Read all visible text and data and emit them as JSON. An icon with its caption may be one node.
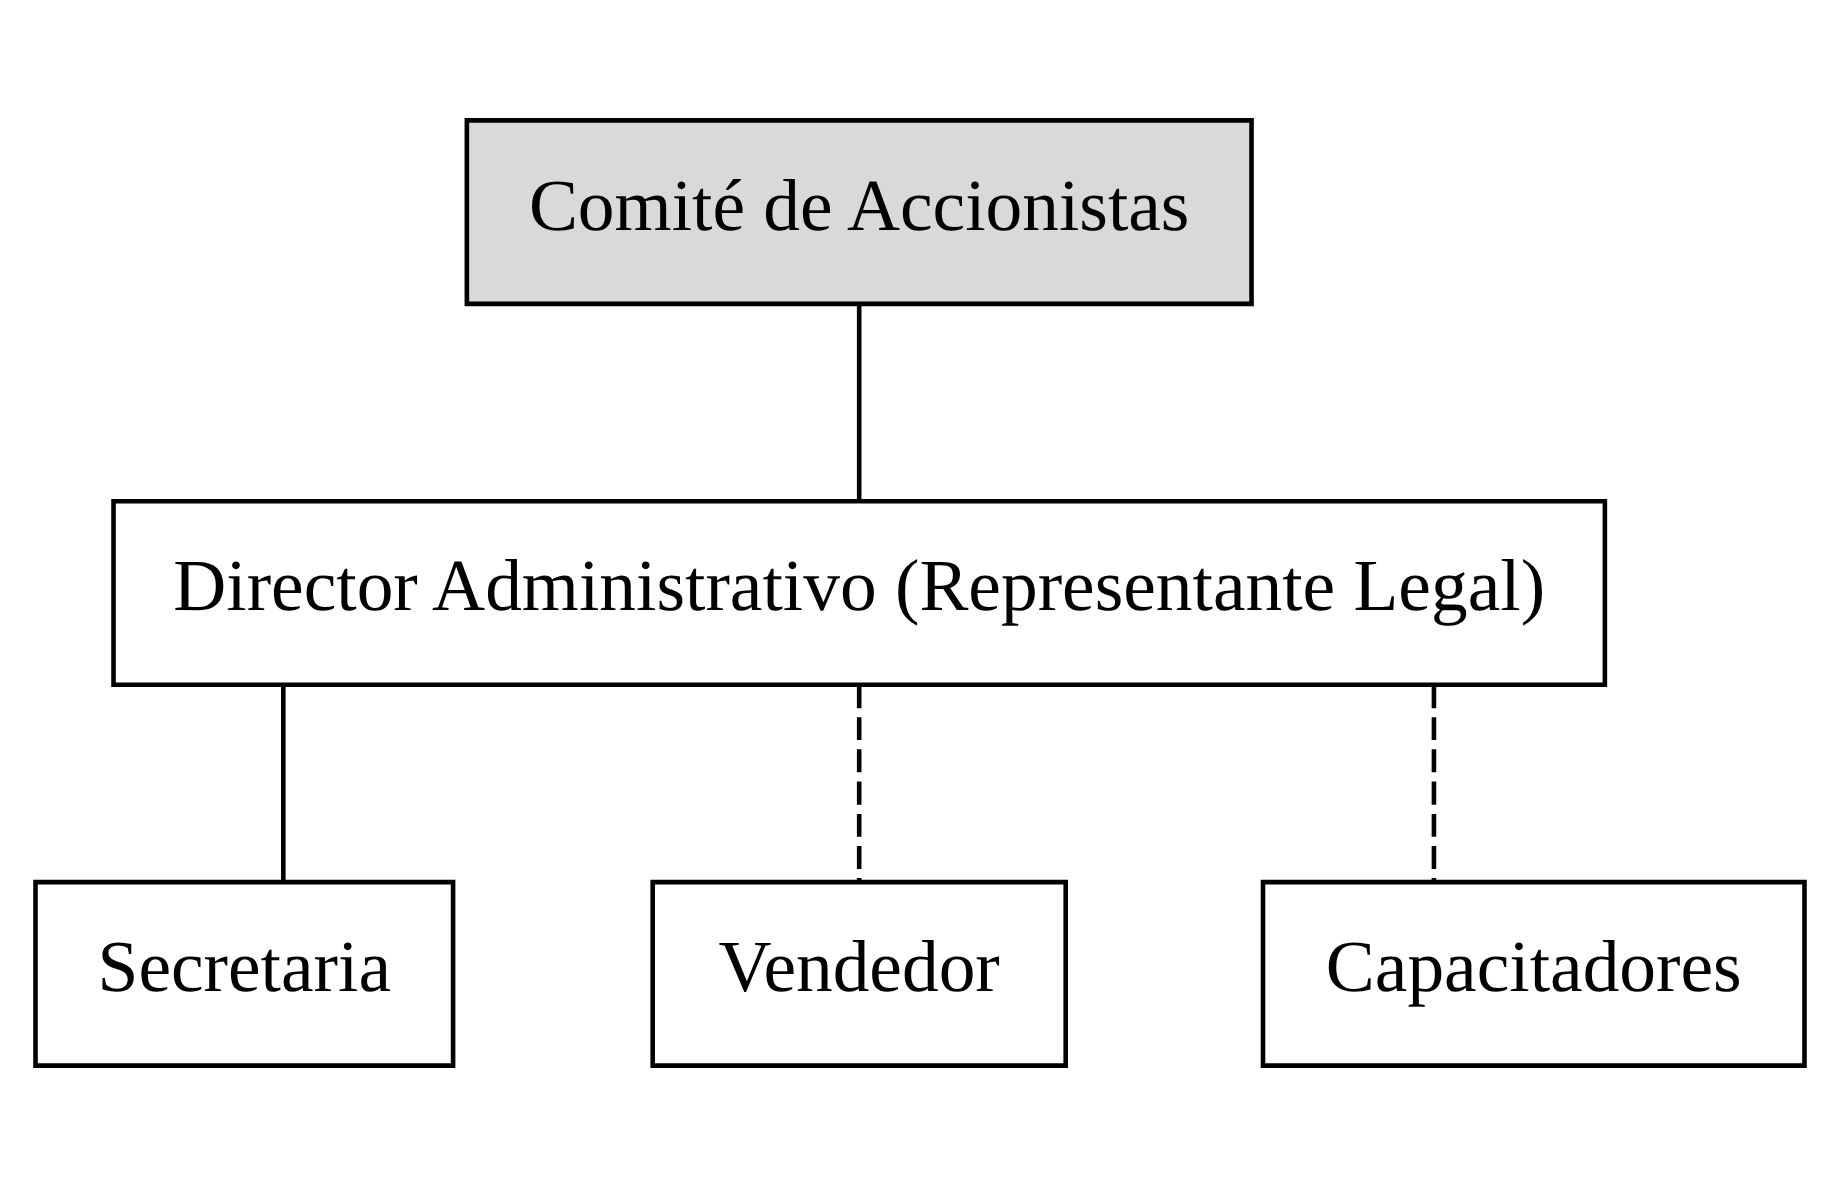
{
  "diagram": {
    "nodes": [
      {
        "text": [
          "Comité de Accionistas"
        ]
      },
      {
        "text": [
          "Director Administrativo (Representante Legal)"
        ]
      },
      {
        "text": [
          "Secretaria"
        ]
      },
      {
        "text": [
          "Vendedor"
        ]
      },
      {
        "text": [
          "Capacitadores"
        ]
      }
    ],
    "edges": [
      {
        "from": 0,
        "to": 1,
        "arrow": "none"
      },
      {
        "from": 1,
        "to": 2,
        "arrow": "none"
      },
      {
        "from": 1,
        "to": 3,
        "arrow": "none",
        "style": "dashed"
      },
      {
        "from": 1,
        "to": 4,
        "arrow": "none",
        "style": "dashed"
      }
    ]
  }
}
